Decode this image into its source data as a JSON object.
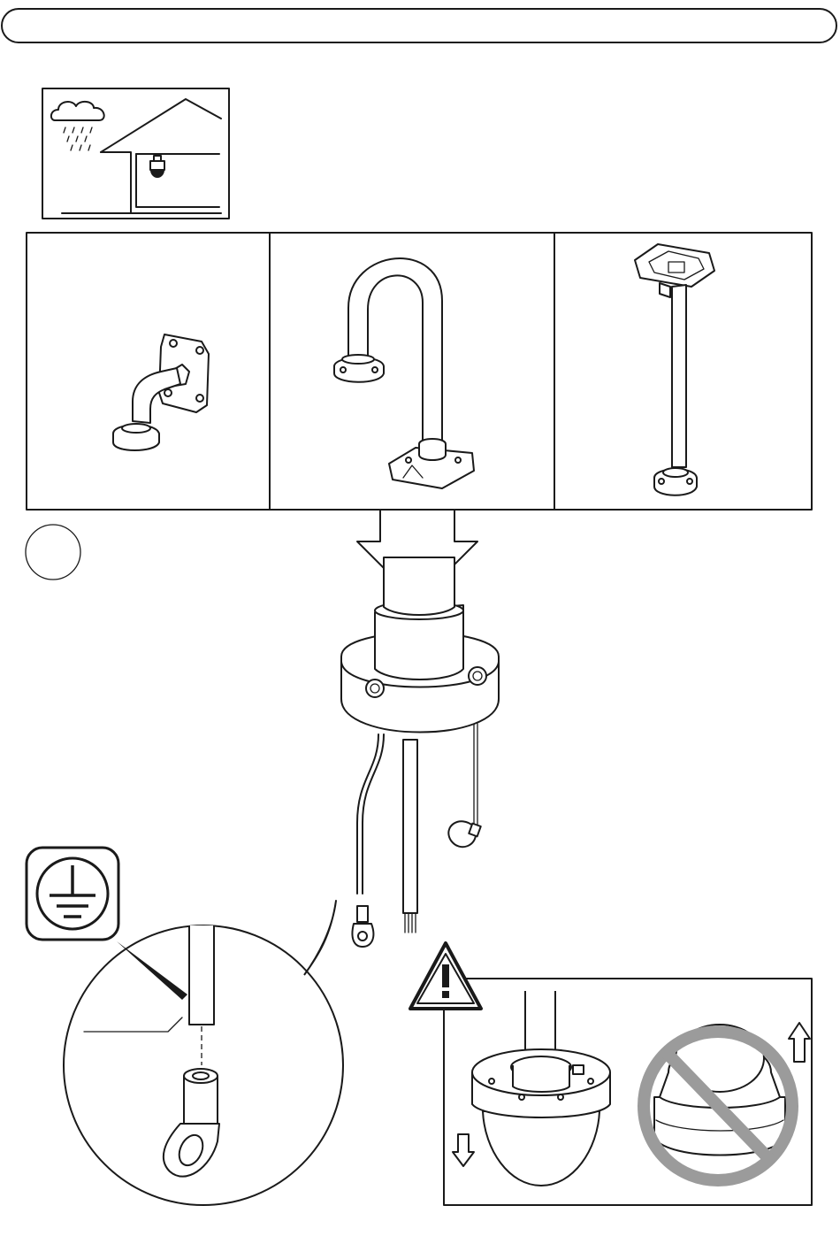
{
  "header": {
    "title": ""
  },
  "step": {
    "number": ""
  },
  "environment": {
    "icon": "outdoor-rain-house-icon",
    "ceiling_camera_icon": "dome-camera-icon"
  },
  "mount_options": [
    {
      "name": "wall-mount",
      "icon": "wall-bracket-mount-icon"
    },
    {
      "name": "parapet-mount",
      "icon": "gooseneck-parapet-mount-icon"
    },
    {
      "name": "pendant-ceiling-mount",
      "icon": "pendant-pole-ceiling-mount-icon"
    }
  ],
  "icons": {
    "grounding": "protective-earth-ground-icon",
    "warning": "warning-triangle-icon",
    "down": "arrow-down-icon",
    "up": "arrow-up-icon",
    "prohibited": "prohibited-icon"
  },
  "colors": {
    "line": "#1a1a1a",
    "prohibited": "#9b9b9b",
    "background": "#ffffff"
  }
}
